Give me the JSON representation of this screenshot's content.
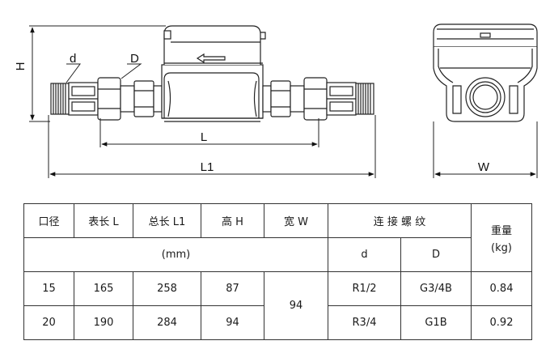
{
  "drawing": {
    "label_h": "H",
    "label_d_small": "d",
    "label_d_big": "D",
    "label_l": "L",
    "label_l1": "L1",
    "label_w": "W"
  },
  "table": {
    "headers": {
      "bore": "口径",
      "length_l": "表长 L",
      "length_l1": "总长 L1",
      "height_h": "高 H",
      "width_w": "宽 W",
      "thread": "连 接 螺 纹",
      "weight": "重量",
      "weight_unit": "(kg)",
      "unit_mm": "(mm)",
      "thread_d": "d",
      "thread_D": "D"
    },
    "width_value": "94",
    "rows": [
      {
        "bore": "15",
        "l": "165",
        "l1": "258",
        "h": "87",
        "d": "R1/2",
        "D": "G3/4B",
        "weight": "0.84"
      },
      {
        "bore": "20",
        "l": "190",
        "l1": "284",
        "h": "94",
        "d": "R3/4",
        "D": "G1B",
        "weight": "0.92"
      }
    ]
  }
}
